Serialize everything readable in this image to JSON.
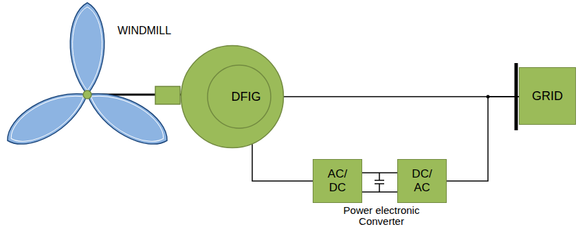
{
  "diagram": {
    "nodes": [
      {
        "text": [
          "DFIG"
        ]
      },
      {
        "text": [
          "GRID"
        ]
      },
      {
        "text": [
          "AC/ DC"
        ]
      },
      {
        "text": [
          "DC/ AC"
        ]
      }
    ],
    "edges": [
      {
        "from": 0,
        "to": 1,
        "arrow": "none"
      },
      {
        "from": 0,
        "to": 2,
        "arrow": "none"
      },
      {
        "from": 2,
        "to": 3,
        "arrow": "none"
      },
      {
        "from": 3,
        "to": 1,
        "arrow": "none"
      }
    ],
    "labels": [
      "WINDMILL",
      "Power electronic Converter"
    ]
  }
}
